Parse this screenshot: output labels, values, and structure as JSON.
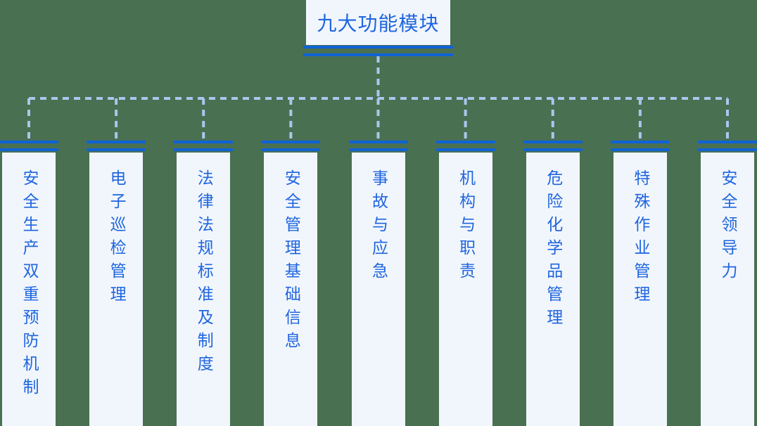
{
  "diagram": {
    "root_label": "九大功能模块",
    "modules": [
      {
        "label": "安全生产双重预防机制"
      },
      {
        "label": "电子巡检管理"
      },
      {
        "label": "法律法规标准及制度"
      },
      {
        "label": "安全管理基础信息"
      },
      {
        "label": "事故与应急"
      },
      {
        "label": "机构与职责"
      },
      {
        "label": "危险化学品管理"
      },
      {
        "label": "特殊作业管理"
      },
      {
        "label": "安全领导力"
      }
    ],
    "colors": {
      "background": "#497051",
      "bar_blue": "#0f63d7",
      "panel_fill": "#f1f6fd",
      "text_blue": "#1f65de",
      "connector": "#a9c7ed"
    }
  }
}
